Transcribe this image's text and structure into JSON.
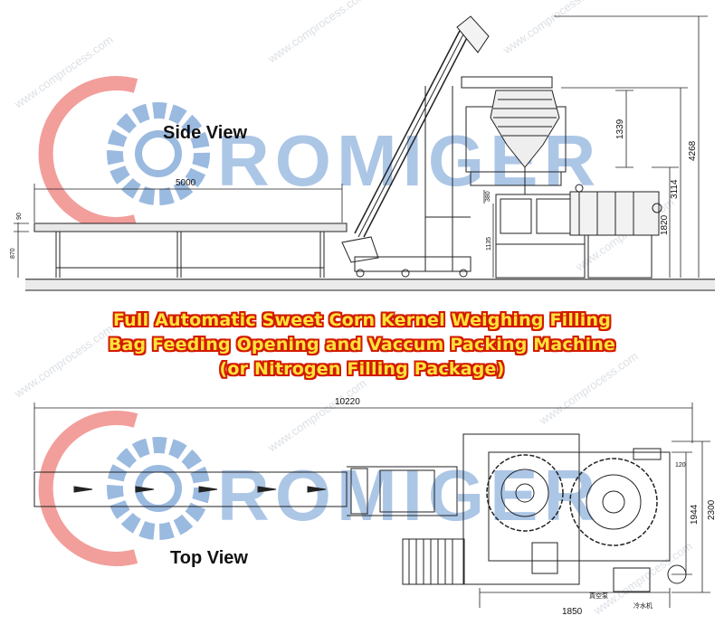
{
  "title_lines": [
    "Full Automatic Sweet Corn Kernel Weighing Filling",
    "Bag Feeding Opening and Vaccum Packing Machine",
    "(or Nitrogen Filling Package)"
  ],
  "side_view": {
    "label": "Side View",
    "dims": {
      "conveyor_length": "5000",
      "conveyor_thickness": "90",
      "conveyor_height": "870",
      "weigher_height": "1339",
      "total_height": "4268",
      "platform_height": "3114",
      "packer_height": "1820",
      "discharge_height": "1135",
      "small_dim": "380"
    }
  },
  "top_view": {
    "label": "Top View",
    "dims": {
      "total_length": "10220",
      "machine_length": "1850",
      "total_width": "2300",
      "machine_width": "1944",
      "offset": "120"
    },
    "annotations": {
      "vacuum_pump": "真空泵",
      "chiller": "冷水机"
    }
  },
  "watermark": {
    "brand": "ROMIGER",
    "url": "www.comprocess.com"
  },
  "colors": {
    "title_fill": "#ffe23a",
    "title_outline": "#d21a00",
    "watermark_red": "#e8504a",
    "watermark_blue": "#4a82c8",
    "line": "#222222"
  }
}
